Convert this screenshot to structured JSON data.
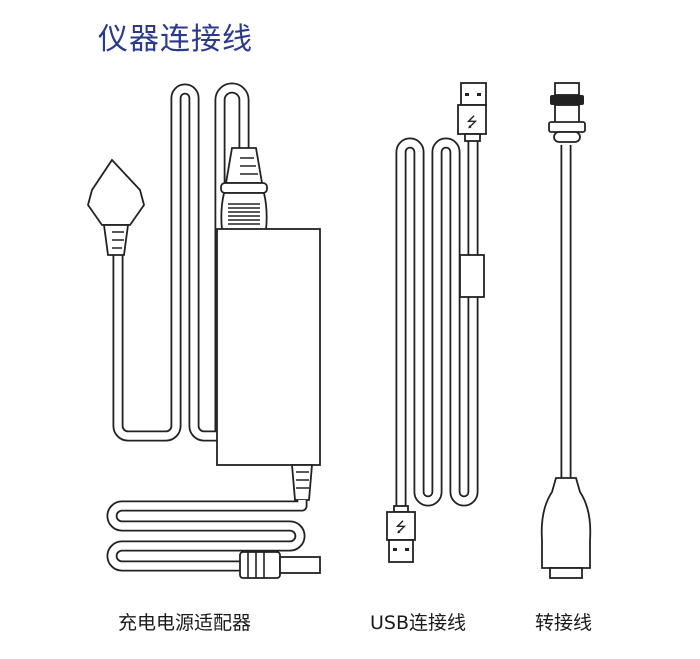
{
  "title": "仪器连接线",
  "items": [
    {
      "label": "充电电源适配器"
    },
    {
      "label": "USB连接线"
    },
    {
      "label": "转接线"
    }
  ],
  "colors": {
    "title": "#2b3a8c",
    "line": "#222222"
  }
}
